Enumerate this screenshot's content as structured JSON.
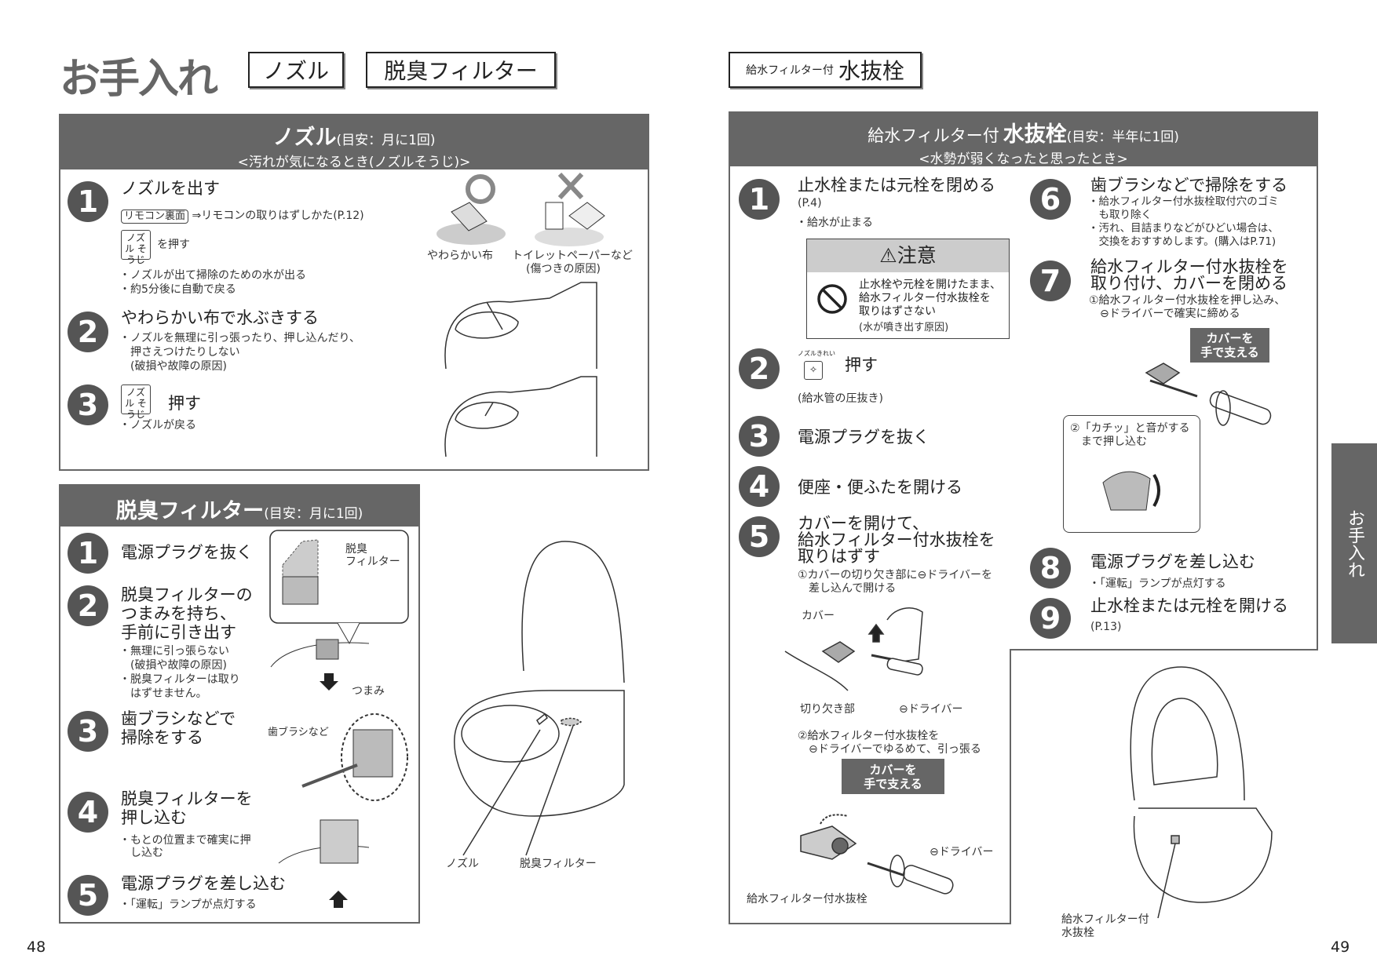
{
  "header": {
    "title": "お手入れ",
    "tabs": [
      "ノズル",
      "脱臭フィルター"
    ],
    "right_tab_small": "給水フィルター付",
    "right_tab_big": "水抜栓"
  },
  "side_tab": "お手入れ",
  "page_numbers": {
    "left": "48",
    "right": "49"
  },
  "colors": {
    "header_bg": "#666666",
    "step_circle": "#555555"
  },
  "nozzle": {
    "title": "ノズル",
    "freq": "(目安：月に1回)",
    "when": "<汚れが気になるとき(ノズルそうじ)>",
    "steps": [
      {
        "num": "1",
        "title": "ノズルを出す",
        "remote_key": "リモコン裏面",
        "remote_ref": "⇒リモコンの取りはずしかた(P.12)",
        "button_key": "ノズル そうじ",
        "press": "を押す",
        "bullets": [
          "・ノズルが出て掃除のための水が出る",
          "・約5分後に自動で戻る"
        ]
      },
      {
        "num": "2",
        "title": "やわらかい布で水ぶきする",
        "bullets": [
          "・ノズルを無理に引っ張ったり、押し込んだり、",
          "　押さえつけたりしない",
          "　(破損や故障の原因)"
        ]
      },
      {
        "num": "3",
        "button_key": "ノズル そうじ",
        "press": "押す",
        "bullets": [
          "・ノズルが戻る"
        ]
      }
    ],
    "ok_label": "やわらかい布",
    "ng_label": "トイレットペーパーなど",
    "ng_reason": "(傷つきの原因)",
    "ok_icon": "circle-ok-icon",
    "ng_icon": "cross-ng-icon"
  },
  "deodorizer": {
    "title": "脱臭フィルター",
    "freq": "(目安：月に1回)",
    "steps": [
      {
        "num": "1",
        "title": [
          "電源プラグを抜く"
        ],
        "bullets": []
      },
      {
        "num": "2",
        "title": [
          "脱臭フィルターの",
          "つまみを持ち、",
          "手前に引き出す"
        ],
        "bullets": [
          "・無理に引っ張らない",
          "　(破損や故障の原因)",
          "・脱臭フィルターは取り",
          "　はずせません。"
        ]
      },
      {
        "num": "3",
        "title": [
          "歯ブラシなどで",
          "掃除をする"
        ],
        "bullets": []
      },
      {
        "num": "4",
        "title": [
          "脱臭フィルターを",
          "押し込む"
        ],
        "bullets": [
          "・もとの位置まで確実に押",
          "　し込む"
        ]
      },
      {
        "num": "5",
        "title": [
          "電源プラグを差し込む"
        ],
        "bullets": [
          "・「運転」ランプが点灯する"
        ]
      }
    ],
    "labels": {
      "filter": [
        "脱臭",
        "フィルター"
      ],
      "knob": "つまみ",
      "brush": "歯ブラシなど",
      "nozzle": "ノズル",
      "filter2": "脱臭フィルター"
    }
  },
  "drain": {
    "title_pre": "給水フィルター付",
    "title": "水抜栓",
    "freq": "(目安：半年に1回)",
    "when": "<水勢が弱くなったと思ったとき>",
    "steps": [
      {
        "num": "1",
        "title": [
          "止水栓または元栓を閉める"
        ],
        "ref": "(P.4)",
        "bullets": [
          "・給水が止まる"
        ]
      },
      {
        "num": "2",
        "key_label": "ノズルきれい",
        "press": "押す",
        "note": "(給水管の圧抜き)"
      },
      {
        "num": "3",
        "title": [
          "電源プラグを抜く"
        ]
      },
      {
        "num": "4",
        "title": [
          "便座・便ふたを開ける"
        ]
      },
      {
        "num": "5",
        "title": [
          "カバーを開けて、",
          "給水フィルター付水抜栓を",
          "取りはずす"
        ],
        "bullets": [
          "①カバーの切り欠き部に⊖ドライバーを",
          "　差し込んで開ける"
        ],
        "bullets2": [
          "②給水フィルター付水抜栓を",
          "　⊖ドライバーでゆるめて、引っ張る"
        ]
      },
      {
        "num": "6",
        "title": [
          "歯ブラシなどで掃除をする"
        ],
        "bullets": [
          "・給水フィルター付水抜栓取付穴のゴミ",
          "　も取り除く",
          "・汚れ、目詰まりなどがひどい場合は、",
          "　交換をおすすめします。(購入はP.71)"
        ]
      },
      {
        "num": "7",
        "title": [
          "給水フィルター付水抜栓を",
          "取り付け、カバーを閉める"
        ],
        "bullets": [
          "①給水フィルター付水抜栓を押し込み、",
          "　⊖ドライバーで確実に締める"
        ],
        "callout": [
          "②「カチッ」と音がする",
          "　まで押し込む"
        ]
      },
      {
        "num": "8",
        "title": [
          "電源プラグを差し込む"
        ],
        "bullets": [
          "・「運転」ランプが点灯する"
        ]
      },
      {
        "num": "9",
        "title": [
          "止水栓または元栓を開ける"
        ],
        "ref": "(P.13)"
      }
    ],
    "caution": {
      "title": "⚠注意",
      "text": [
        "止水栓や元栓を開けたまま、",
        "給水フィルター付水抜栓を",
        "取りはずさない"
      ],
      "reason": "(水が噴き出す原因)",
      "icon": "prohibition-icon"
    },
    "support_label": [
      "カバーを",
      "手で支える"
    ],
    "labels": {
      "cover": "カバー",
      "notch": "切り欠き部",
      "driver": "⊖ドライバー",
      "plug": "給水フィルター付水抜栓",
      "toilet_plug": [
        "給水フィルター付",
        "水抜栓"
      ]
    }
  }
}
